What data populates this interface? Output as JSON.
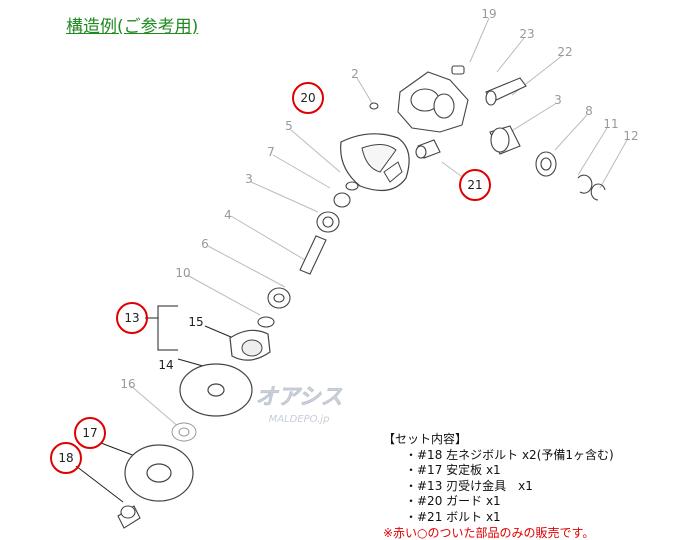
{
  "title": "構造例(ご参考用)",
  "part_numbers": {
    "p19": "19",
    "p23": "23",
    "p22": "22",
    "p2": "2",
    "p3a": "3",
    "p8": "8",
    "p11": "11",
    "p12": "12",
    "p20": "20",
    "p5": "5",
    "p21": "21",
    "p7": "7",
    "p3b": "3",
    "p4": "4",
    "p6": "6",
    "p10": "10",
    "p13": "13",
    "p15": "15",
    "p14": "14",
    "p16": "16",
    "p17": "17",
    "p18": "18"
  },
  "highlighted_parts": [
    "20",
    "21",
    "13",
    "17",
    "18"
  ],
  "set_contents": {
    "heading": "【セット内容】",
    "items": [
      "・#18 左ネジボルト x2(予備1ヶ含む)",
      "・#17 安定板 x1",
      "・#13 刃受け金具　x1",
      "・#20 ガード x1",
      "・#21 ボルト x1"
    ],
    "note": "※赤い○のついた部品のみの販売です。"
  },
  "watermark": {
    "line1": "オアシス",
    "line2": "MALDEPO.jp"
  },
  "colors": {
    "title": "#1f8a1f",
    "highlight": "#e00000",
    "leader": "#bbbbbb",
    "part_stroke": "#444444",
    "label_gray": "#999999"
  }
}
